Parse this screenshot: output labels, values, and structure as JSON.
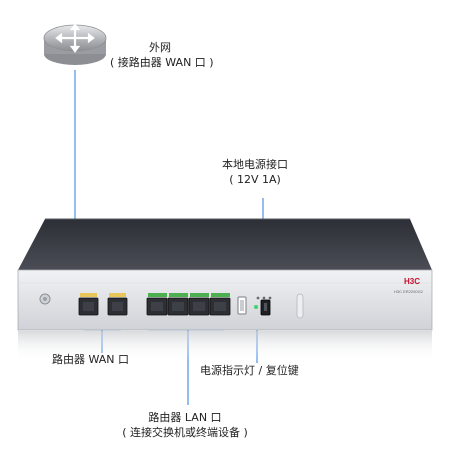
{
  "labels": {
    "wan_network": {
      "line1": "外网",
      "line2": "( 接路由器 WAN 口 )"
    },
    "power_port": {
      "line1": "本地电源接口",
      "line2": "( 12V 1A)"
    },
    "router_wan": {
      "line1": "路由器 WAN 口"
    },
    "power_led": {
      "line1": "电源指示灯 / 复位键"
    },
    "router_lan": {
      "line1": "路由器 LAN 口",
      "line2": "( 连接交换机或终端设备 )"
    }
  },
  "device": {
    "brand": "H3C",
    "model": "H3C ER2200G2"
  },
  "colors": {
    "chassis_top": "#3a3d44",
    "chassis_front": "#e4e6ea",
    "callout_line": "#2c7be5",
    "wan_port_tag": "#e8c65a",
    "lan_port_tag": "#4caf50"
  }
}
